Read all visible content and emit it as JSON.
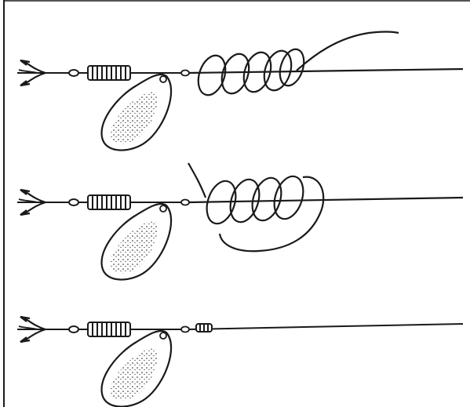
{
  "diagram": {
    "steps": [
      {
        "id": "step-1",
        "stage": "wraps-started"
      },
      {
        "id": "step-2",
        "stage": "end-through-loop"
      },
      {
        "id": "step-3",
        "stage": "knot-tightened"
      }
    ],
    "colors": {
      "ink": "#1a1a1a",
      "background": "#ffffff"
    }
  }
}
